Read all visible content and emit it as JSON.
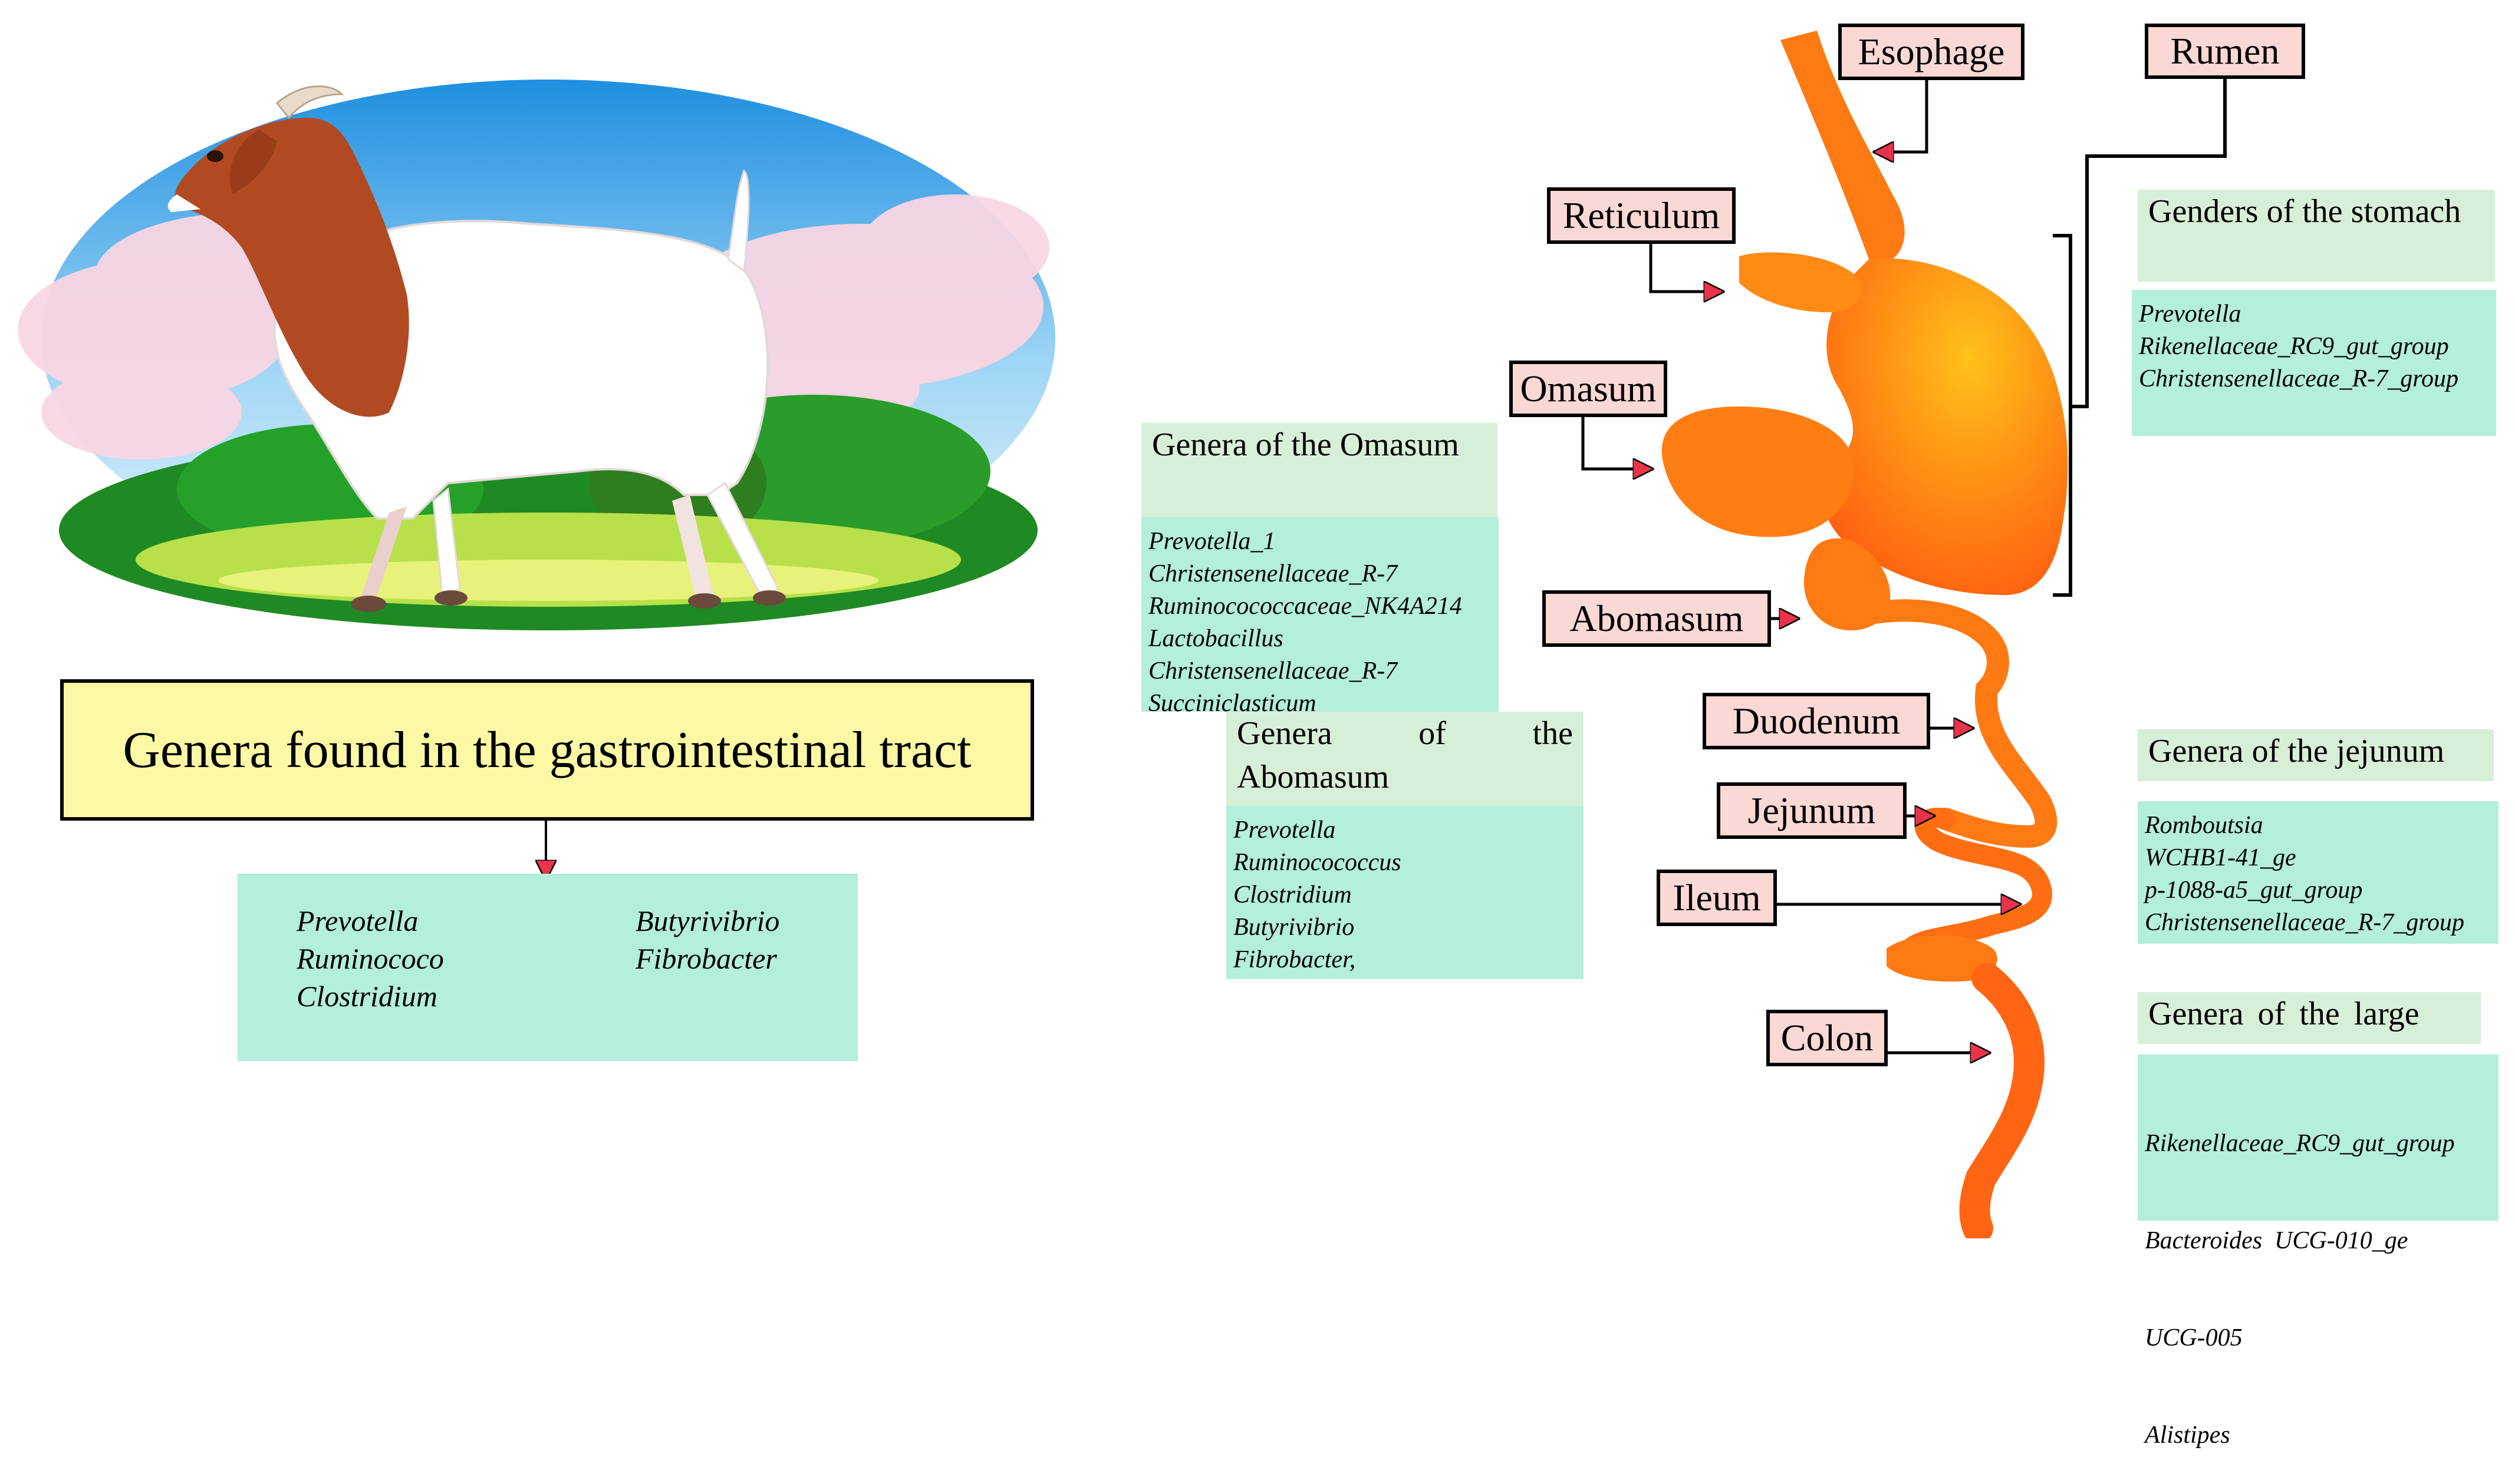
{
  "title": "Genera found in the gastrointestinal tract",
  "summary": {
    "col1": [
      "Prevotella",
      "Ruminococo",
      "Clostridium"
    ],
    "col2": [
      "Butyrivibrio",
      "Fibrobacter"
    ]
  },
  "organs": {
    "esophage": "Esophage",
    "rumen": "Rumen",
    "reticulum": "Reticulum",
    "omasum": "Omasum",
    "abomasum": "Abomasum",
    "duodenum": "Duodenum",
    "jejunum": "Jejunum",
    "ileum": "Ileum",
    "colon": "Colon"
  },
  "panels": {
    "stomach": {
      "heading": "Genders of the stomach",
      "genera": [
        "Prevotella",
        "Rikenellaceae_RC9_gut_group",
        "Christensenellaceae_R-7_group"
      ]
    },
    "omasum": {
      "heading": "Genera of the Omasum",
      "genera": [
        "Prevotella_1",
        "Christensenellaceae_R-7",
        "Ruminocococcaceae_NK4A214",
        "Lactobacillus",
        "Christensenellaceae_R-7",
        "Succiniclasticum"
      ]
    },
    "abomasum": {
      "heading": "Genera of the Abomasum",
      "genera": [
        "Prevotella",
        "Ruminocococcus",
        "Clostridium",
        "Butyrivibrio",
        "Fibrobacter,"
      ]
    },
    "jejunum": {
      "heading": "Genera of the jejunum",
      "genera": [
        "Romboutsia",
        "WCHB1-41_ge",
        "p-1088-a5_gut_group",
        "Christensenellaceae_R-7_group"
      ]
    },
    "large": {
      "heading": "Genera of the large",
      "genera": [
        "Rikenellaceae_RC9_gut_group",
        "Bacteroides  UCG-010_ge",
        "UCG-005",
        "Alistipes"
      ]
    }
  },
  "colors": {
    "title_fill": "#fdf8a4",
    "genera_fill": "#b4eedc",
    "heading_fill": "#d7efd7",
    "organ_label_fill": "#fad8d4",
    "arrow_head": "#e8334a",
    "gut_orange": "#ff7a12"
  }
}
